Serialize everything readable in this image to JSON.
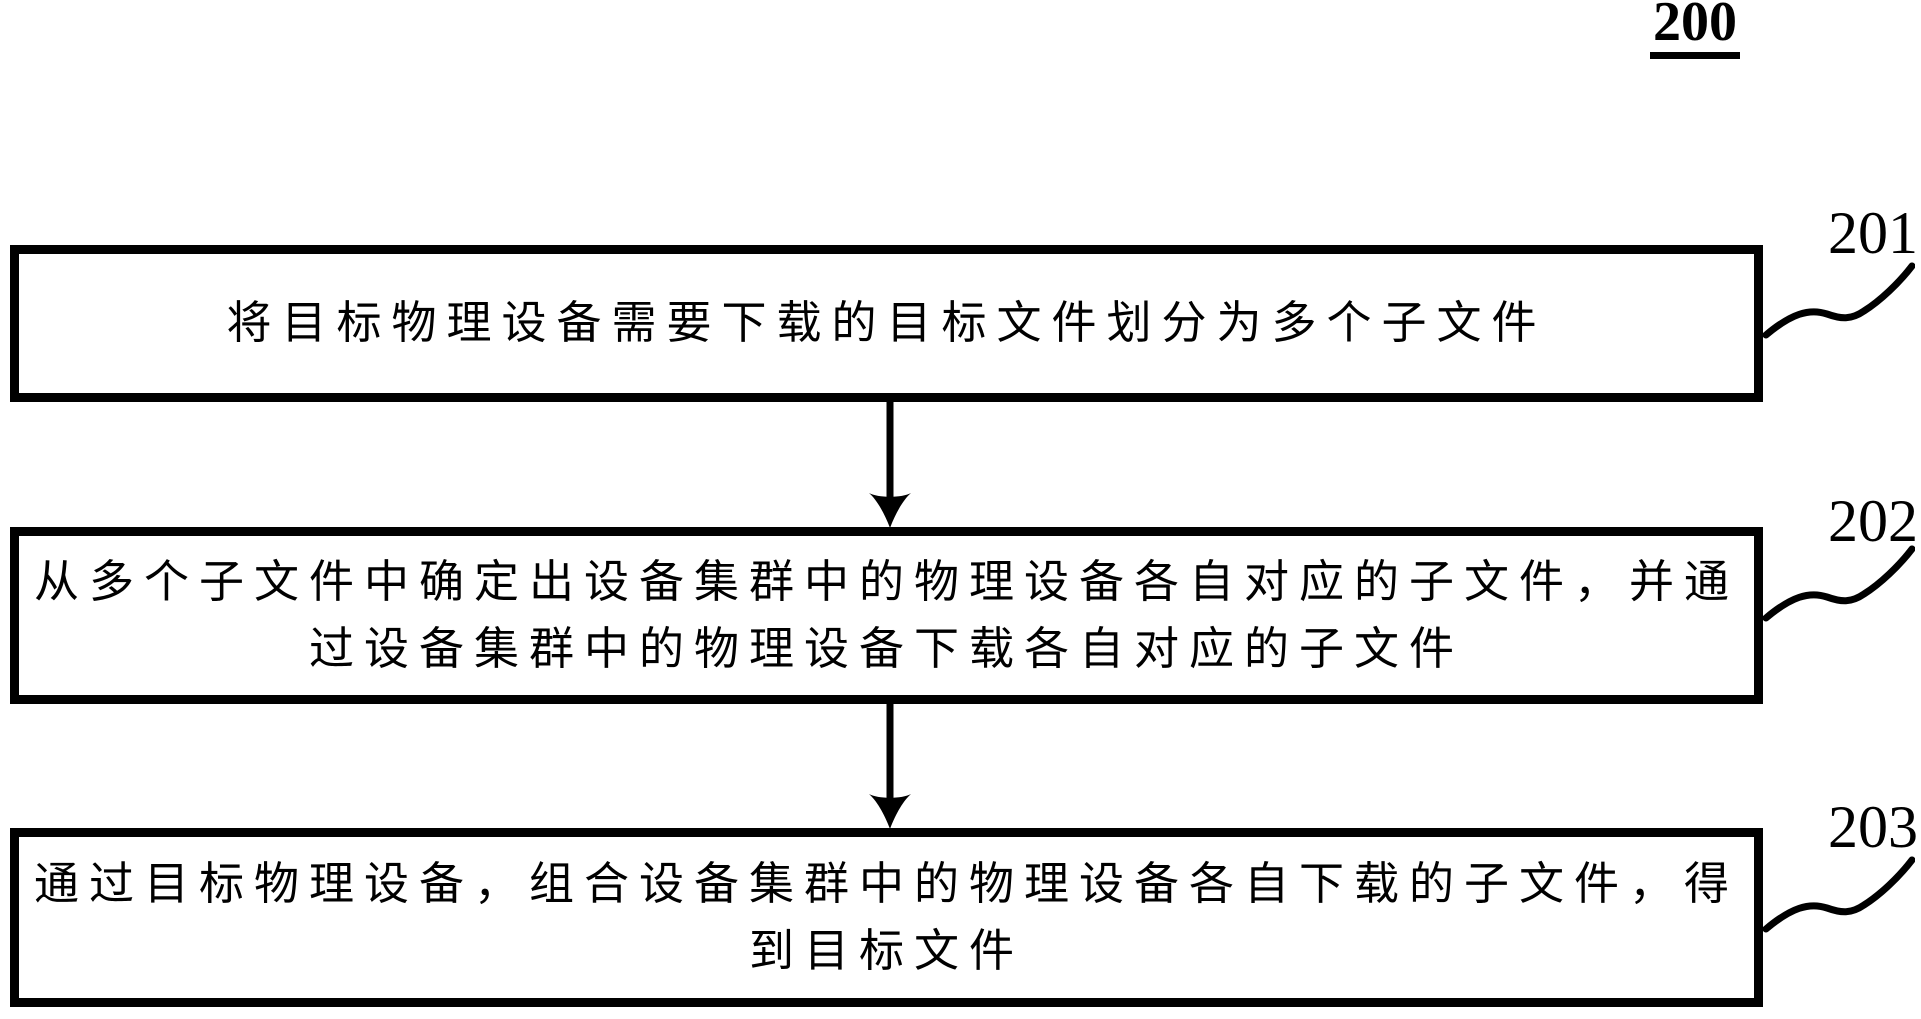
{
  "figure": {
    "number": "200"
  },
  "steps": [
    {
      "ref": "201",
      "lines": [
        "将目标物理设备需要下载的目标文件划分为多个子文件"
      ]
    },
    {
      "ref": "202",
      "lines": [
        "从多个子文件中确定出设备集群中的物理设备各自对应的子文件，并通",
        "过设备集群中的物理设备下载各自对应的子文件"
      ]
    },
    {
      "ref": "203",
      "lines": [
        "通过目标物理设备，组合设备集群中的物理设备各自下载的子文件，得",
        "到目标文件"
      ]
    }
  ],
  "icons": {
    "flow_arrow": "down-arrow",
    "ref_connector": "squiggle-curve"
  },
  "colors": {
    "ink": "#000000",
    "background": "#ffffff"
  }
}
